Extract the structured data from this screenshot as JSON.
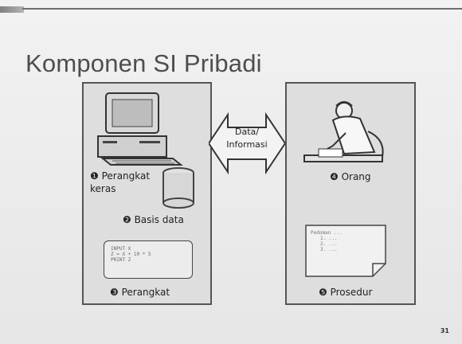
{
  "slide": {
    "title": "Komponen SI Pribadi",
    "page_number": "31"
  },
  "left_panel": {
    "hardware_label": "❶ Perangkat\nkeras",
    "database_label": "❷ Basis data",
    "software_label": "❸ Perangkat",
    "code_lines": [
      "INPUT X",
      "Z = X + 10 * 5",
      "PRINT Z"
    ]
  },
  "arrow": {
    "line1": "Data/",
    "line2": "Informasi"
  },
  "right_panel": {
    "people_label": "❹ Orang",
    "procedure_label": "❺ Prosedur",
    "procedure_lines": [
      "Pedoman ...",
      "1. ...",
      "2. ...",
      "3. ..."
    ]
  }
}
